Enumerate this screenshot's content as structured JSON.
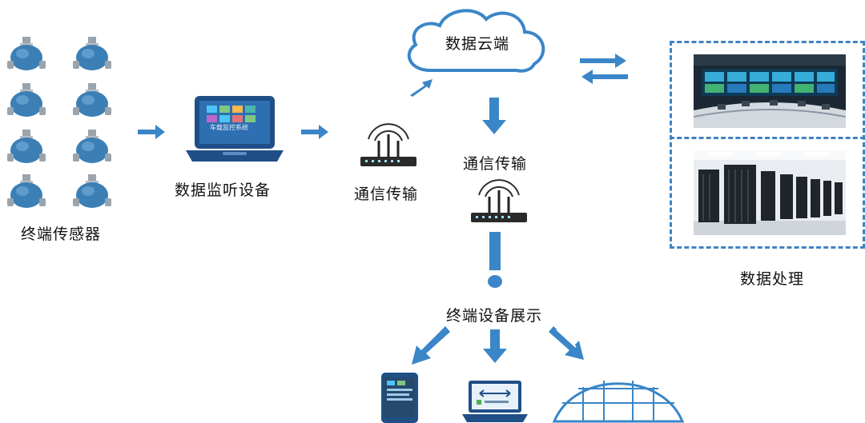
{
  "labels": {
    "terminal_sensors": "终端传感器",
    "monitor_device": "数据监听设备",
    "comm_left": "通信传输",
    "cloud": "数据云端",
    "comm_right": "通信传输",
    "terminal_display": "终端设备展示",
    "data_processing": "数据处理",
    "laptop_screen_title": "车载监控系统"
  },
  "colors": {
    "arrow": "#3a86c8",
    "dashed_border": "#3f83c3",
    "sensor_body": "#3b7fb5"
  },
  "icons": {
    "sensor": "sensor-icon",
    "laptop": "laptop-icon",
    "router": "wifi-router-icon",
    "cloud": "cloud-icon",
    "tablet": "tablet-icon",
    "dome": "dome-screen-icon"
  }
}
